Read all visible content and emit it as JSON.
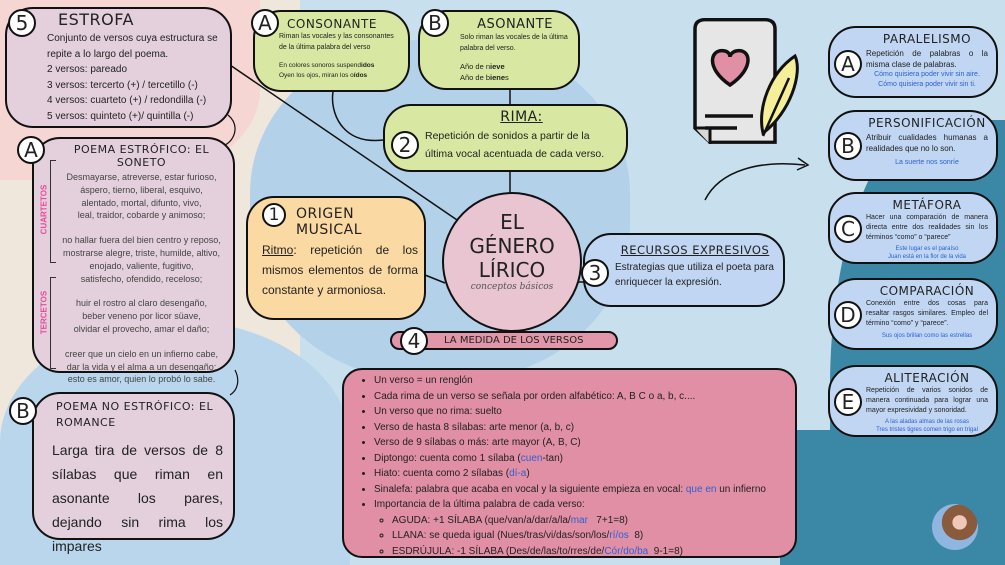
{
  "estrofa": {
    "num": "5",
    "title": "ESTROFA",
    "lines": [
      "Conjunto de versos cuya estructura se repite a lo largo del poema.",
      "2 versos: pareado",
      "3 versos: tercerto (+) / tercetillo (-)",
      "4 versos: cuarteto (+) / redondilla (-)",
      "5 versos: quinteto (+)/ quintilla (-)"
    ]
  },
  "soneto": {
    "letter": "A",
    "title": "POEMA ESTRÓFICO: EL SONETO",
    "cuartetos_label": "CUARTETOS",
    "tercetos_label": "TERCETOS",
    "stanzas": [
      [
        "Desmayarse, atreverse, estar furioso,",
        "áspero, tierno, liberal, esquivo,",
        "alentado, mortal, difunto, vivo,",
        "leal, traidor, cobarde y animoso;"
      ],
      [
        "no hallar fuera del bien centro y reposo,",
        "mostrarse alegre, triste, humilde, altivo,",
        "enojado, valiente, fugitivo,",
        "satisfecho, ofendido, receloso;"
      ],
      [
        "huir el rostro al claro desengaño,",
        "beber veneno por licor süave,",
        "olvidar el provecho, amar el daño;"
      ],
      [
        "creer que un cielo en un infierno cabe,",
        "dar la vida y el alma a un desengaño;",
        "esto es amor, quien lo probó lo sabe."
      ]
    ]
  },
  "romance": {
    "letter": "B",
    "title": "POEMA NO ESTRÓFICO: EL ROMANCE",
    "text": "Larga tira de versos de 8 sílabas que riman en asonante los pares, dejando sin rima los impares"
  },
  "consonante": {
    "letter": "A",
    "title": "CONSONANTE",
    "text": "Riman las vocales y las consonantes de la última palabra del verso",
    "ex1a": "En colores sonoros suspend",
    "ex1b": "idos",
    "ex2a": "Oyen los ojos, miran los o",
    "ex2b": "ídos"
  },
  "asonante": {
    "letter": "B",
    "title": "ASONANTE",
    "text": "Solo riman las vocales de la última palabra del verso.",
    "ex1a": "Año de n",
    "ex1b": "ieve",
    "ex2a": "Año de b",
    "ex2b": "iene",
    "ex2c": "s"
  },
  "rima": {
    "num": "2",
    "title": "RIMA:",
    "text": "Repetición de sonidos a partir de la última vocal acentuada de cada verso."
  },
  "origen": {
    "num": "1",
    "title": "ORIGEN MUSICAL",
    "term": "Ritmo",
    "text": ": repetición de los mismos elementos de forma constante y armoniosa."
  },
  "center": {
    "line1": "EL",
    "line2": "GÉNERO",
    "line3": "LÍRICO",
    "subtitle": "conceptos básicos"
  },
  "recursos": {
    "num": "3",
    "title": "RECURSOS EXPRESIVOS",
    "text": "Estrategias que utiliza el poeta para enriquecer la expresión."
  },
  "medida": {
    "num": "4",
    "title": "LA MEDIDA DE LOS VERSOS",
    "items": [
      "Un verso = un renglón",
      "Cada rima de un verso se señala por orden alfabético: A, B C o a, b, c....",
      "Un verso que no rima: suelto",
      "Verso de hasta 8 sílabas: arte menor (a, b, c)",
      "Verso de 9 sílabas o más: arte mayor (A, B, C)"
    ],
    "diptongo": {
      "a": "Diptongo: cuenta como 1 sílaba (",
      "b": "cuen",
      "c": "-tan)"
    },
    "hiato": {
      "a": "Hiato: cuenta como 2 sílabas (",
      "b": "dí-a",
      "c": ")"
    },
    "sinalefa": {
      "a": "Sinalefa: palabra que acaba en vocal y la siguiente empieza en vocal: ",
      "b": "que en",
      "c": " un infierno"
    },
    "importancia": "Importancia de la última palabra de cada verso:",
    "sub": [
      {
        "a": "AGUDA: +1 SÍLABA (que/van/a/dar/a/la/",
        "b": "mar",
        "c": "   7+1=8)"
      },
      {
        "a": "LLANA: se queda igual (Nues/tras/vi/das/son/los/",
        "b": "rí/os",
        "c": "  8)"
      },
      {
        "a": "ESDRÚJULA: -1 SÍLABA (Des/de/las/to/rres/de/",
        "b": "Cór/do/ba",
        "c": "  9-1=8)"
      }
    ]
  },
  "recursos_list": [
    {
      "letter": "A",
      "title": "PARALELISMO",
      "text": "Repetición de palabras o la misma clase de palabras.",
      "examples": [
        "Cómo quisiera poder vivir sin aire.",
        "Cómo quisiera poder vivir sin ti."
      ]
    },
    {
      "letter": "B",
      "title": "PERSONIFICACIÓN",
      "text": "Atribuir cualidades humanas a realidades que no lo son.",
      "examples": [
        "La suerte nos sonríe"
      ]
    },
    {
      "letter": "C",
      "title": "METÁFORA",
      "text": "Hacer una comparación de manera directa entre dos realidades sin los términos “como” o “parece”",
      "examples": [
        "Este lugar es el paraíso",
        "Juan está en la flor de la vida"
      ]
    },
    {
      "letter": "D",
      "title": "COMPARACIÓN",
      "text": "Conexión entre dos cosas para resaltar rasgos similares. Empleo del término “como” y “parece”.",
      "examples": [
        "Sus ojos brillan como las estrellas"
      ]
    },
    {
      "letter": "E",
      "title": "ALITERACIÓN",
      "text": "Repetición de varios sonidos de manera continuada para lograr una mayor expresividad y sonoridad.",
      "examples": [
        "A las aladas almas de las rosas",
        "Tres tristes tigres comen trigo en trigal"
      ]
    }
  ],
  "colors": {
    "pink": "#e3d0dc",
    "green": "#d8e8a2",
    "orange": "#fad9a3",
    "blue": "#c0d6f2",
    "rose": "#e18fa5",
    "teal": "#3b87a6"
  }
}
